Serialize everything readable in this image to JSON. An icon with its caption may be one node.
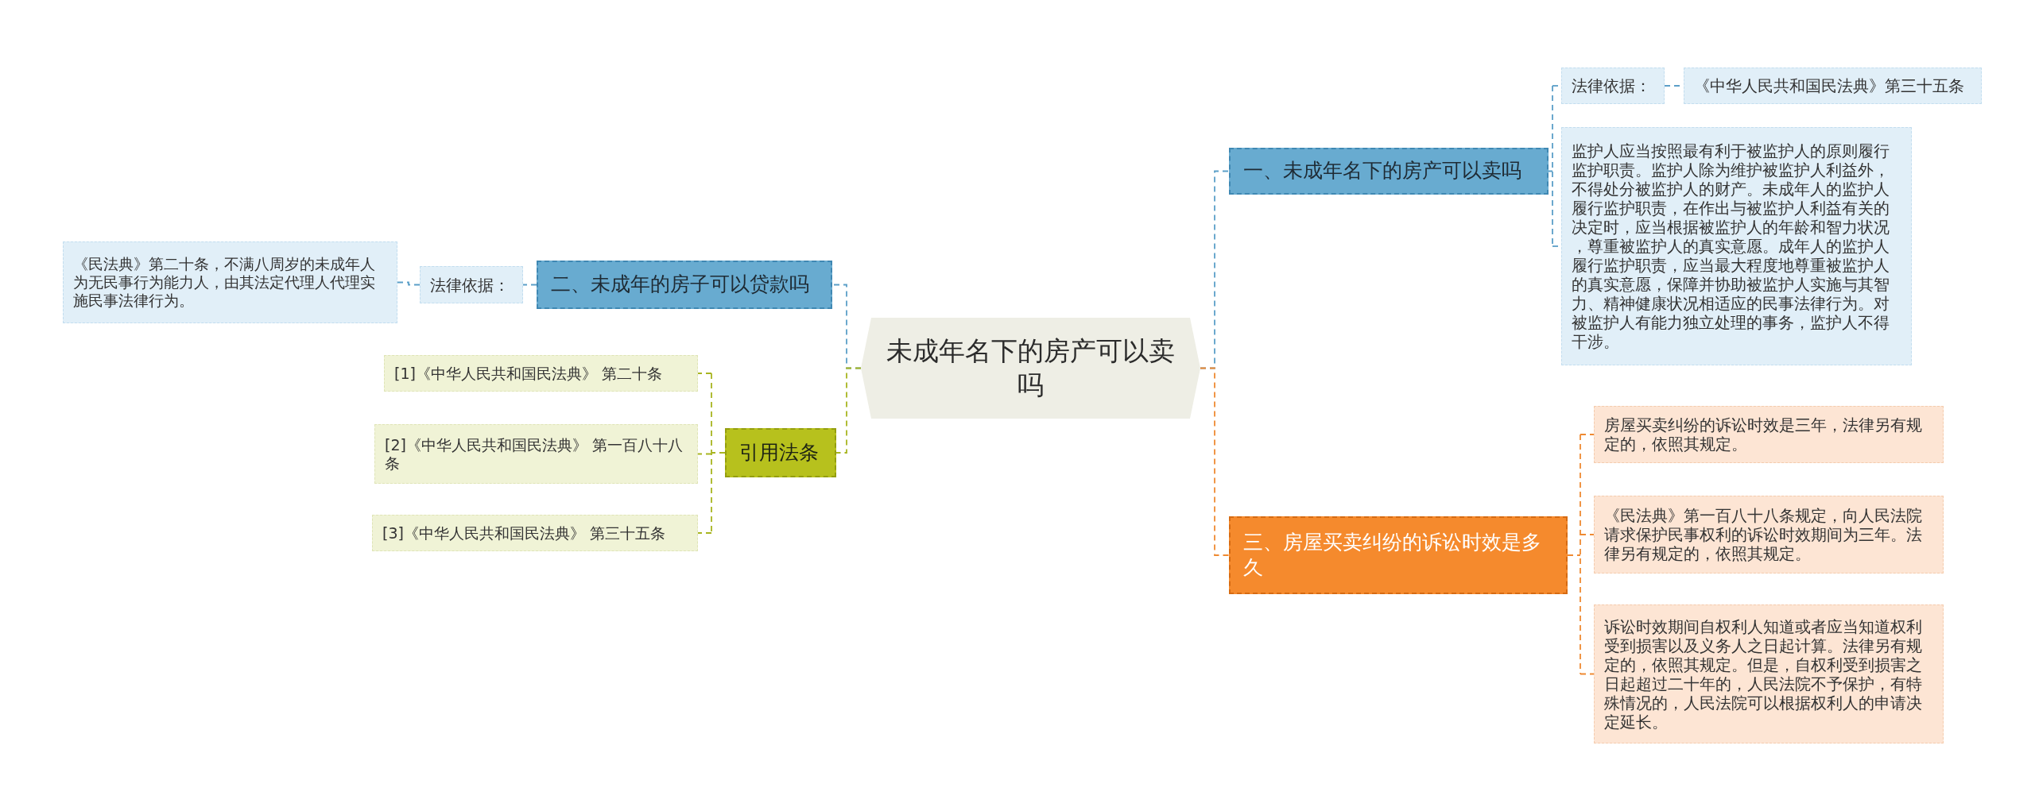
{
  "diagram": {
    "nodes": [
      {
        "text": [
          "未成年名下的房产可以卖吗"
        ]
      },
      {
        "text": [
          "二、未成年的房子可以贷款吗"
        ]
      },
      {
        "text": [
          "法律依据："
        ]
      },
      {
        "text": [
          "《民法典》第二十条，不满八周岁的未成年人为无民事行为能力人，由其法定代理人代理实施民事法律行为。"
        ]
      },
      {
        "text": [
          "引用法条"
        ]
      },
      {
        "text": [
          "[1]《中华人民共和国民法典》 第二十条"
        ]
      },
      {
        "text": [
          "[2]《中华人民共和国民法典》 第一百八十八条"
        ]
      },
      {
        "text": [
          "[3]《中华人民共和国民法典》 第三十五条"
        ]
      },
      {
        "text": [
          "一、未成年名下的房产可以卖吗"
        ]
      },
      {
        "text": [
          "法律依据："
        ]
      },
      {
        "text": [
          "《中华人民共和国民法典》第三十五条"
        ]
      },
      {
        "text": [
          "监护人应当按照最有利于被监护人的原则履行监护职责。监护人除为维护被监护人利益外，不得处分被监护人的财产。未成年人的监护人履行监护职责，在作出与被监护人利益有关的决定时，应当根据被监护人的年龄和智力状况，尊重被监护人的真实意愿。成年人的监护人履行监护职责，应当最大程度地尊重被监护人的真实意愿，保障并协助被监护人实施与其智力、精神健康状况相适应的民事法律行为。对被监护人有能力独立处理的事务，监护人不得干涉。"
        ]
      },
      {
        "text": [
          "三、房屋买卖纠纷的诉讼时效是多久"
        ]
      },
      {
        "text": [
          "房屋买卖纠纷的诉讼时效是三年，法律另有规定的，依照其规定。"
        ]
      },
      {
        "text": [
          "《民法典》第一百八十八条规定，向人民法院请求保护民事权利的诉讼时效期间为三年。法律另有规定的，依照其规定。"
        ]
      },
      {
        "text": [
          "诉讼时效期间自权利人知道或者应当知道权利受到损害以及义务人之日起计算。法律另有规定的，依照其规定。但是，自权利受到损害之日起超过二十年的，人民法院不予保护，有特殊情况的，人民法院可以根据权利人的申请决定延长。"
        ]
      }
    ],
    "edges": [
      {
        "from": 0,
        "to": 1,
        "arrow": "none",
        "style": "dashed",
        "color": "#5b9fc8"
      },
      {
        "from": 1,
        "to": 2,
        "arrow": "none",
        "style": "dashed",
        "color": "#5b9fc8"
      },
      {
        "from": 2,
        "to": 3,
        "arrow": "none",
        "style": "dashed",
        "color": "#5b9fc8"
      },
      {
        "from": 0,
        "to": 4,
        "arrow": "none",
        "style": "dashed",
        "color": "#a8b520"
      },
      {
        "from": 4,
        "to": 5,
        "arrow": "none",
        "style": "dashed",
        "color": "#a8b520"
      },
      {
        "from": 4,
        "to": 6,
        "arrow": "none",
        "style": "dashed",
        "color": "#a8b520"
      },
      {
        "from": 4,
        "to": 7,
        "arrow": "none",
        "style": "dashed",
        "color": "#a8b520"
      },
      {
        "from": 0,
        "to": 8,
        "arrow": "none",
        "style": "dashed",
        "color": "#5b9fc8"
      },
      {
        "from": 8,
        "to": 9,
        "arrow": "none",
        "style": "dashed",
        "color": "#5b9fc8"
      },
      {
        "from": 9,
        "to": 10,
        "arrow": "none",
        "style": "dashed",
        "color": "#5b9fc8"
      },
      {
        "from": 8,
        "to": 11,
        "arrow": "none",
        "style": "dashed",
        "color": "#5b9fc8"
      },
      {
        "from": 0,
        "to": 12,
        "arrow": "none",
        "style": "dashed",
        "color": "#ef8a32"
      },
      {
        "from": 12,
        "to": 13,
        "arrow": "none",
        "style": "dashed",
        "color": "#ef8a32"
      },
      {
        "from": 12,
        "to": 14,
        "arrow": "none",
        "style": "dashed",
        "color": "#ef8a32"
      },
      {
        "from": 12,
        "to": 15,
        "arrow": "none",
        "style": "dashed",
        "color": "#ef8a32"
      }
    ]
  }
}
